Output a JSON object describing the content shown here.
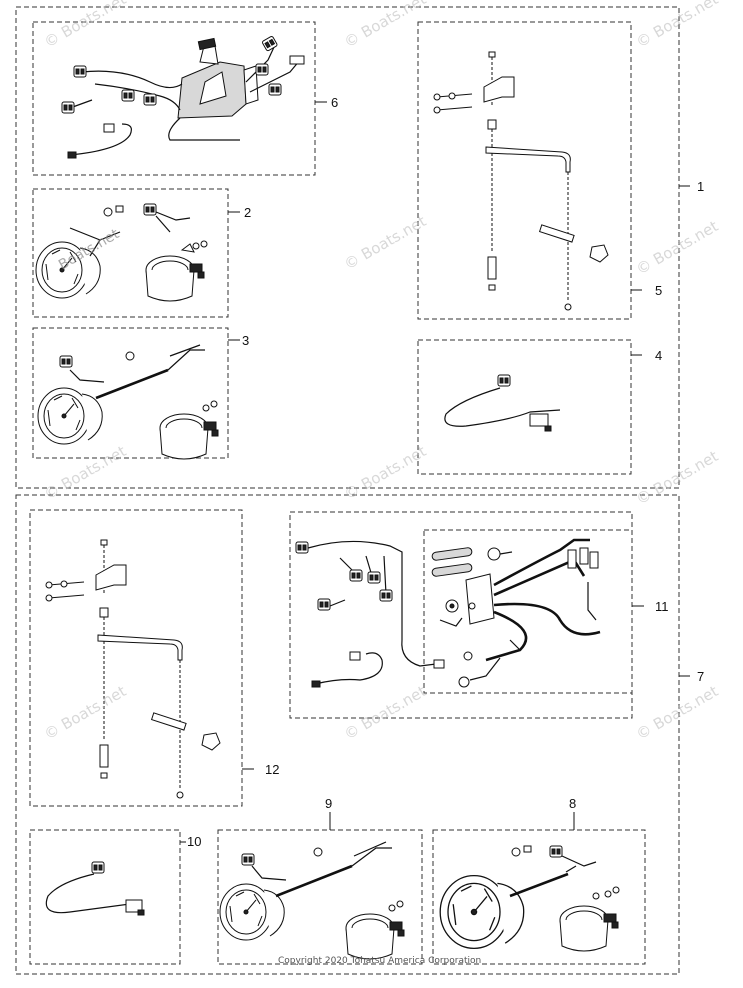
{
  "callouts": {
    "n1": "1",
    "n2": "2",
    "n3": "3",
    "n4": "4",
    "n5": "5",
    "n6": "6",
    "n7": "7",
    "n8": "8",
    "n9": "9",
    "n10": "10",
    "n11": "11",
    "n12": "12"
  },
  "watermark": "© Boats.net",
  "label_watermark": "Boats.net",
  "copyright": "Copyright 2020 Tohatsu America Corporation"
}
